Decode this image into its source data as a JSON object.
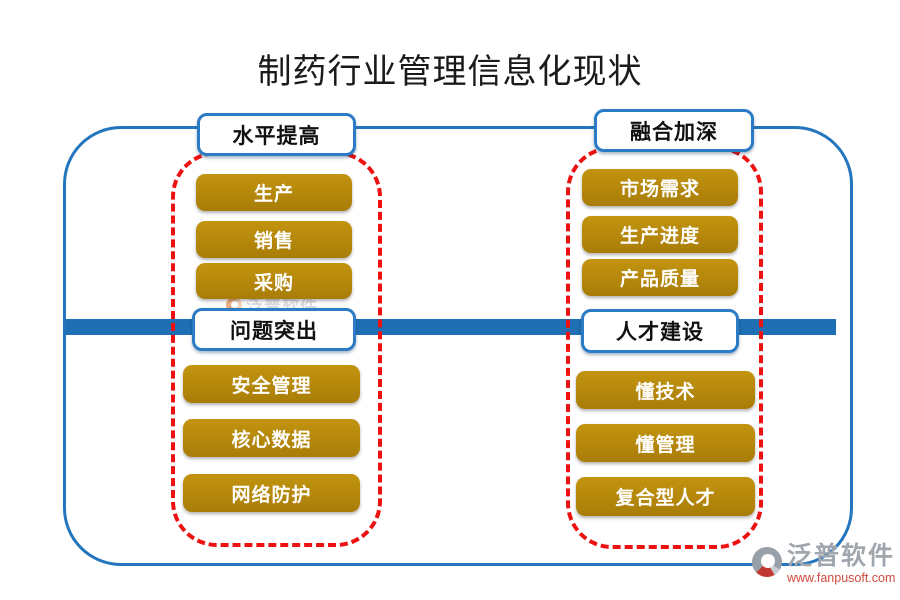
{
  "title": "制药行业管理信息化现状",
  "sides": [
    {
      "top_label": "水平提高",
      "mid_label": "问题突出",
      "top_items": [
        "生产",
        "销售",
        "采购"
      ],
      "bottom_items": [
        "安全管理",
        "核心数据",
        "网络防护"
      ]
    },
    {
      "top_label": "融合加深",
      "mid_label": "人才建设",
      "top_items": [
        "市场需求",
        "生产进度",
        "产品质量"
      ],
      "bottom_items": [
        "懂技术",
        "懂管理",
        "复合型人才"
      ]
    }
  ],
  "watermark": {
    "text": "泛普软件"
  },
  "logo": {
    "brand": "泛普软件",
    "url": "www.fanpusoft.com"
  },
  "colors": {
    "frame_blue": "#2376BE",
    "bar_blue": "#1F6FB5",
    "label_border_blue": "#2B7CC4",
    "button_gold": "#B5870B",
    "dash_red": "#ED1111",
    "title_text": "#1A1A1A",
    "button_text": "#FFFFFF",
    "logo_gray": "#9FA6AE",
    "logo_url_red": "#CD4A3E"
  }
}
